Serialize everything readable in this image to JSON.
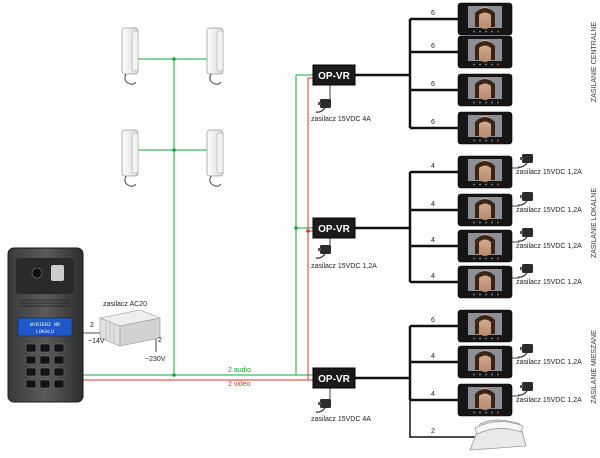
{
  "colors": {
    "audio": "#1aa33a",
    "video": "#d63a2e",
    "wire": "#111111",
    "module": "#1b1b1b"
  },
  "panel": {
    "display_line1": "WYBIERZ NR",
    "display_line2": "LOKALU"
  },
  "power_main": {
    "name": "zasilacz AC20",
    "wire_count": "2",
    "output_label": "~14V",
    "input_wire_count": "2",
    "input_label": "~230V"
  },
  "bus": {
    "audio_label": "2 audio",
    "video_label": "2 video"
  },
  "modules": [
    {
      "label": "OP-VR",
      "power_label": "zasilacz 15VDC 4A"
    },
    {
      "label": "OP-VR",
      "power_label": "zasilacz 15VDC 1,2A"
    },
    {
      "label": "OP-VR",
      "power_label": "zasilacz 15VDC 4A"
    }
  ],
  "sections": {
    "central": "ZASILANIE CENTRALNE",
    "local": "ZASILANIE LOKALNE",
    "mixed": "ZASILANIE MIESZANE"
  },
  "monitor_groups": [
    {
      "wires": [
        "6",
        "6",
        "6",
        "6"
      ]
    },
    {
      "wires": [
        "4",
        "4",
        "4",
        "4"
      ],
      "power_labels": [
        "zasilacz 15VDC 1,2A",
        "zasilacz 15VDC 1,2A",
        "zasilacz 15VDC 1,2A",
        "zasilacz 15VDC 1,2A"
      ]
    },
    {
      "wires": [
        "6",
        "4",
        "4"
      ],
      "power_labels": [
        "",
        "zasilacz 15VDC 1,2A",
        "zasilacz 15VDC 1,2A"
      ]
    }
  ],
  "handset_wire": "2",
  "icons": [
    "intercom-handset-icon",
    "door-panel-icon",
    "power-adapter-icon",
    "monitor-icon",
    "desk-phone-icon"
  ]
}
